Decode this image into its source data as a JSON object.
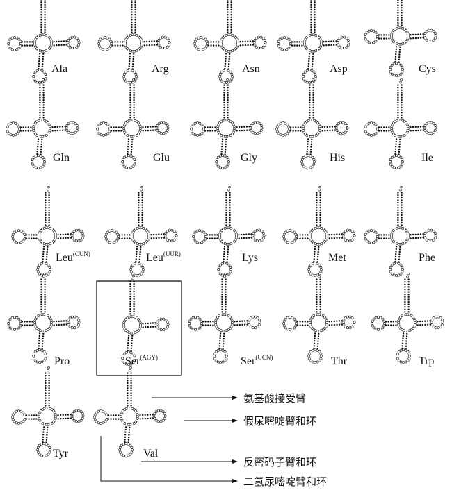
{
  "figure": {
    "structures": [
      {
        "base": "Ala",
        "sup": ""
      },
      {
        "base": "Arg",
        "sup": ""
      },
      {
        "base": "Asn",
        "sup": ""
      },
      {
        "base": "Asp",
        "sup": ""
      },
      {
        "base": "Cys",
        "sup": ""
      },
      {
        "base": "Gln",
        "sup": ""
      },
      {
        "base": "Glu",
        "sup": ""
      },
      {
        "base": "Gly",
        "sup": ""
      },
      {
        "base": "His",
        "sup": ""
      },
      {
        "base": "Ile",
        "sup": ""
      },
      {
        "base": "Leu",
        "sup": "(CUN)"
      },
      {
        "base": "Leu",
        "sup": "(UUR)"
      },
      {
        "base": "Lys",
        "sup": ""
      },
      {
        "base": "Met",
        "sup": ""
      },
      {
        "base": "Phe",
        "sup": ""
      },
      {
        "base": "Pro",
        "sup": ""
      },
      {
        "base": "Ser",
        "sup": "(AGY)",
        "highlighted": true,
        "missing_d_arm": true
      },
      {
        "base": "Ser",
        "sup": "(UCN)"
      },
      {
        "base": "Thr",
        "sup": ""
      },
      {
        "base": "Trp",
        "sup": ""
      },
      {
        "base": "Tyr",
        "sup": ""
      },
      {
        "base": "Val",
        "sup": ""
      }
    ],
    "annotations": {
      "acceptor": "氨基酸接受臂",
      "pseudouridine": "假尿嘧啶臂和环",
      "anticodon": "反密码子臂和环",
      "dihydrouridine": "二氢尿嘧啶臂和环"
    },
    "colors": {
      "ink": "#111111",
      "highlight_border": "#000000"
    }
  }
}
